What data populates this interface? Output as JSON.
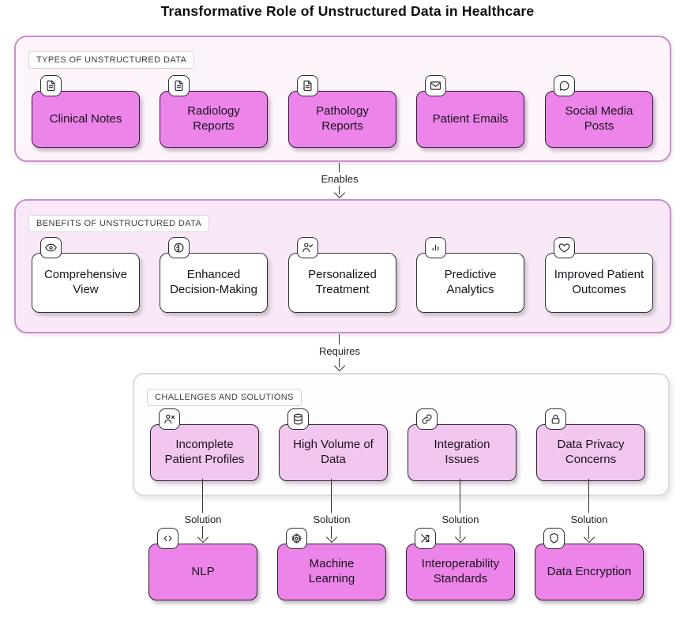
{
  "title": "Transformative Role of Unstructured Data in Healthcare",
  "colors": {
    "node_magenta": "#ec84e9",
    "node_light_pink": "#f1c6ef",
    "node_white": "#ffffff",
    "section_types_bg": "#fdf4fc",
    "section_benefits_bg": "#f9e9f8",
    "section_challenges_bg": "#fdfdfd",
    "section_pink_border": "#c98cc9",
    "section_gray_border": "#dcdcdc",
    "stroke_dark": "#2e2e34"
  },
  "sections": [
    {
      "label": "TYPES OF UNSTRUCTURED DATA",
      "nodes": [
        {
          "label": "Clinical Notes",
          "icon": "file-text"
        },
        {
          "label": "Radiology Reports",
          "icon": "file-text"
        },
        {
          "label": "Pathology Reports",
          "icon": "file-text"
        },
        {
          "label": "Patient Emails",
          "icon": "mail"
        },
        {
          "label": "Social Media Posts",
          "icon": "message-bubble"
        }
      ]
    },
    {
      "label": "BENEFITS OF UNSTRUCTURED DATA",
      "nodes": [
        {
          "label": "Comprehensive View",
          "icon": "eye"
        },
        {
          "label": "Enhanced Decision-Making",
          "icon": "half-circle"
        },
        {
          "label": "Personalized Treatment",
          "icon": "user-check"
        },
        {
          "label": "Predictive Analytics",
          "icon": "bar-chart"
        },
        {
          "label": "Improved Patient Outcomes",
          "icon": "heart"
        }
      ]
    },
    {
      "label": "CHALLENGES AND SOLUTIONS",
      "nodes": [
        {
          "label": "Incomplete Patient Profiles",
          "icon": "user-x"
        },
        {
          "label": "High Volume of Data",
          "icon": "database"
        },
        {
          "label": "Integration Issues",
          "icon": "link"
        },
        {
          "label": "Data Privacy Concerns",
          "icon": "lock"
        }
      ]
    }
  ],
  "solutions": [
    {
      "label": "NLP",
      "icon": "code"
    },
    {
      "label": "Machine Learning",
      "icon": "cpu"
    },
    {
      "label": "Interoperability Standards",
      "icon": "shuffle"
    },
    {
      "label": "Data Encryption",
      "icon": "shield"
    }
  ],
  "edges": {
    "enables": "Enables",
    "requires": "Requires",
    "solution": "Solution"
  }
}
